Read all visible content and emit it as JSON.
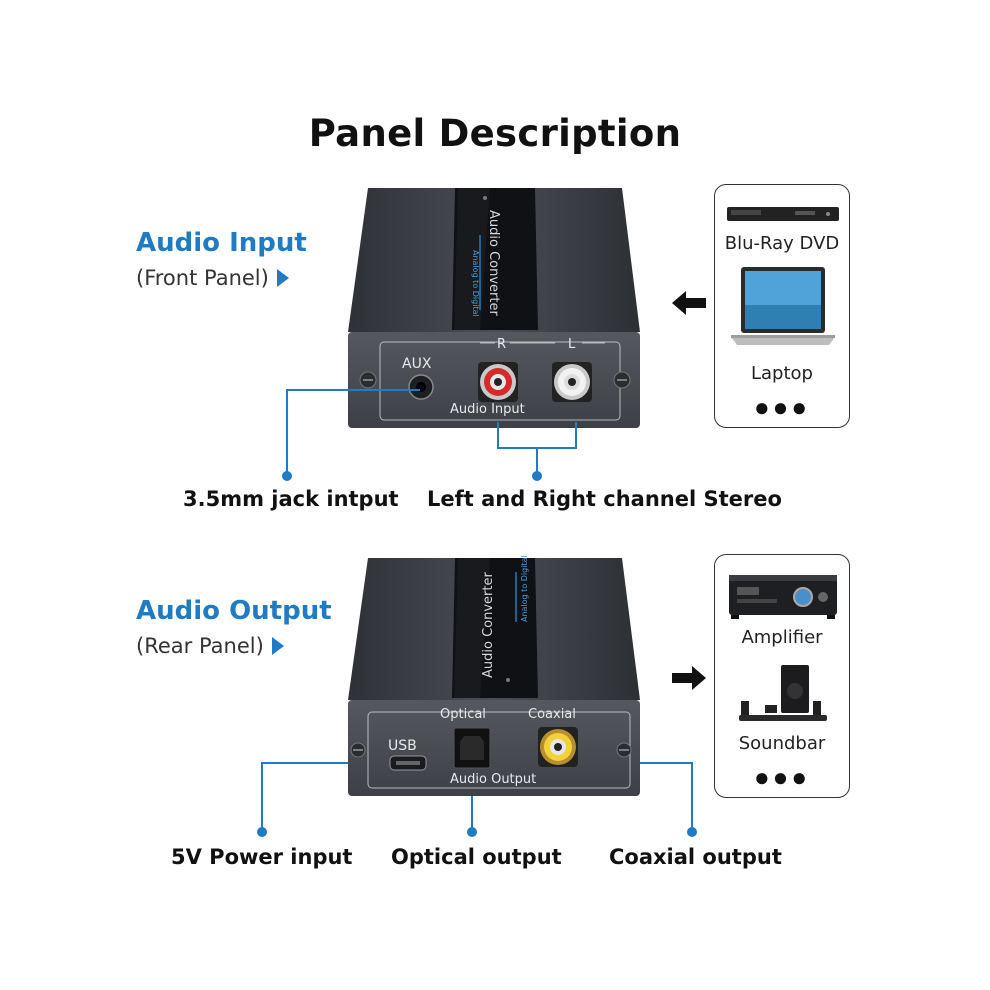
{
  "title": "Panel Description",
  "input_section": {
    "title": "Audio Input",
    "subtitle": "(Front Panel)",
    "device_name": "Audio Converter",
    "device_subname": "Analog to Digital",
    "panel_caption": "Audio Input",
    "port_aux": "AUX",
    "port_r": "R",
    "port_l": "L",
    "callout_jack": "3.5mm jack intput",
    "callout_stereo": "Left and Right channel Stereo",
    "sources": {
      "item1": "Blu-Ray DVD",
      "item2": "Laptop",
      "more": "●●●"
    },
    "arrow": "🡐"
  },
  "output_section": {
    "title": "Audio Output",
    "subtitle": "(Rear Panel)",
    "device_name": "Audio Converter",
    "device_subname": "Analog to Digital",
    "panel_caption": "Audio Output",
    "port_usb": "USB",
    "port_optical": "Optical",
    "port_coaxial": "Coaxial",
    "callout_power": "5V Power input",
    "callout_optical": "Optical output",
    "callout_coaxial": "Coaxial output",
    "targets": {
      "item1": "Amplifier",
      "item2": "Soundbar",
      "more": "●●●"
    },
    "arrow": "🡒"
  },
  "colors": {
    "accent": "#1f7bc4",
    "device_body": "#3a3d42",
    "device_face": "#4a4e54",
    "rca_red": "#d42a2a",
    "rca_white": "#eeeeee",
    "gold": "#e0b13a"
  }
}
